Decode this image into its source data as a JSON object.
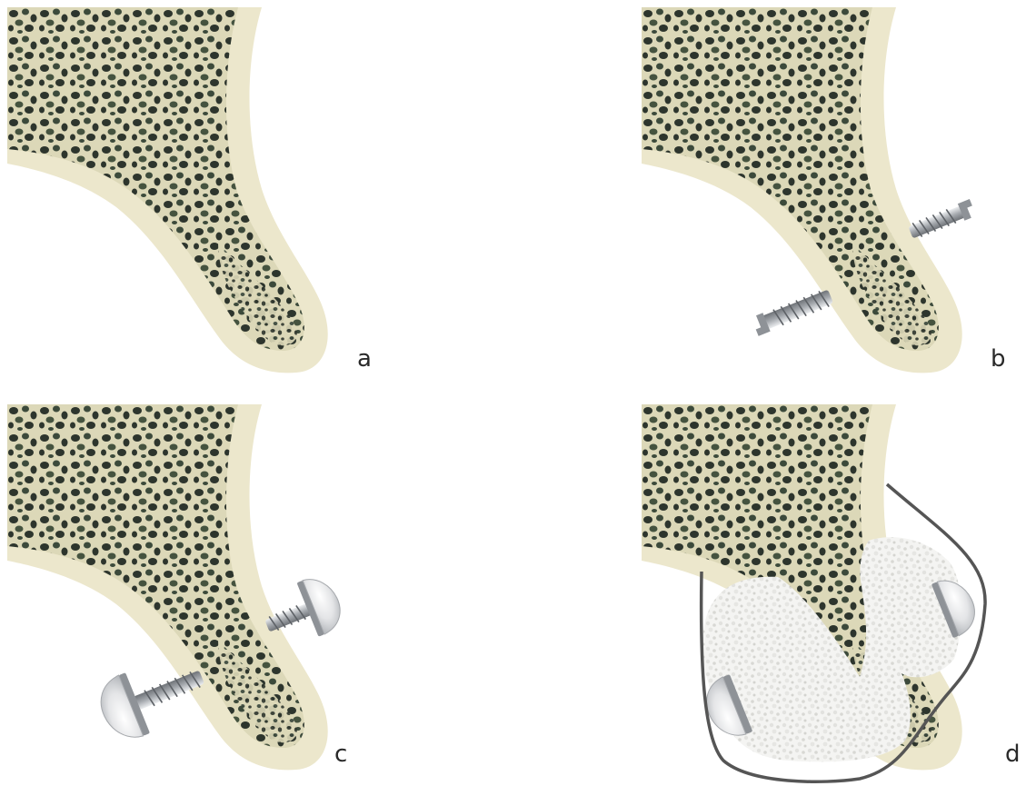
{
  "panels": [
    {
      "id": "a",
      "label": "a",
      "implant": "none"
    },
    {
      "id": "b",
      "label": "b",
      "implant": "screws"
    },
    {
      "id": "c",
      "label": "c",
      "implant": "tent-screws"
    },
    {
      "id": "d",
      "label": "d",
      "implant": "tent-screws-graft-membrane"
    }
  ],
  "colors": {
    "cortical": "#ece7cc",
    "cortical_shade": "#d9d3b0",
    "trabecular_bg": "#3f4a3c",
    "trabecular_web": "#dcd8b8",
    "pore": "#2d352d",
    "metal": "#a9acb0",
    "metal_light": "#e9eaec",
    "graft": "#f2f2f0",
    "membrane": "#555555",
    "label": "#2a2a2a"
  }
}
